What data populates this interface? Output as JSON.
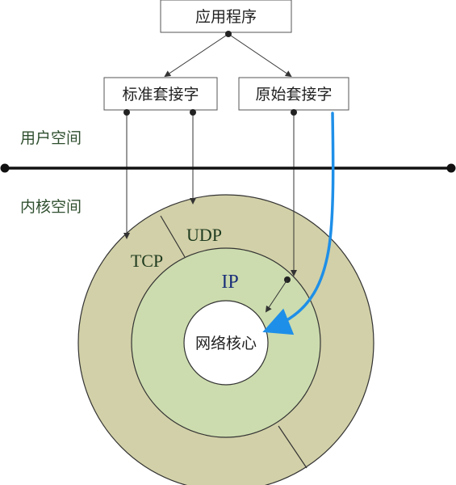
{
  "diagram": {
    "application": "应用程序",
    "standard_socket": "标准套接字",
    "raw_socket": "原始套接字",
    "user_space": "用户空间",
    "kernel_space": "内核空间",
    "udp": "UDP",
    "tcp": "TCP",
    "ip": "IP",
    "kernel_core": "网络核心"
  },
  "colors": {
    "outer_ring": "#d2d0a8",
    "middle_ring": "#ccdcae",
    "inner_circle": "#ffffff",
    "blue_arrow": "#1e8fe8",
    "label_dark": "#1f3b1f",
    "ip_label": "#1b2f7a",
    "line": "#333333"
  }
}
